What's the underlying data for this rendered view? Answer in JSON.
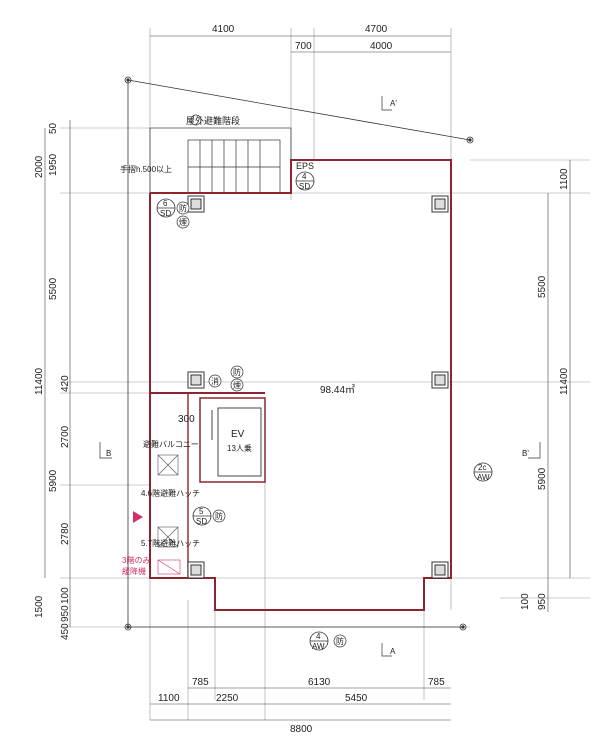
{
  "dimensions": {
    "top": [
      "4100",
      "4700",
      "700",
      "4000"
    ],
    "left": [
      "2000",
      "50",
      "1950",
      "5500",
      "11400",
      "420",
      "2700",
      "5900",
      "2780",
      "1500",
      "100",
      "950",
      "450"
    ],
    "right": [
      "1100",
      "5500",
      "11400",
      "5900",
      "100",
      "950"
    ],
    "bottom": [
      "785",
      "6130",
      "785",
      "1100",
      "2250",
      "5450",
      "8800"
    ]
  },
  "labels": {
    "stair": "屋外避難階段",
    "rail": "手摺h.500以上",
    "eps": "EPS",
    "area": "98.44㎡",
    "ev": "EV",
    "ev_capacity": "13人乗",
    "balcony": "避難バルコニー",
    "hatch_46": "4.6階避難ハッチ",
    "hatch_57": "5.7階避難ハッチ",
    "third_floor_only": "3階のみ",
    "descender": "緩降機",
    "dim_300": "300",
    "fire_damper": "防",
    "fire_damper2": "煙",
    "smoke": "消",
    "section_a": "A",
    "section_a_prime": "A'",
    "section_b": "B",
    "section_b_prime": "B'"
  },
  "doors": [
    {
      "num": "4",
      "type": "SD"
    },
    {
      "num": "6",
      "type": "SD"
    },
    {
      "num": "5",
      "type": "SD"
    },
    {
      "num": "2c",
      "type": "AW"
    },
    {
      "num": "4",
      "type": "AW"
    }
  ],
  "colors": {
    "wall": "#8b2530",
    "line": "#333333",
    "grid": "#999999",
    "accent": "#d0306a"
  }
}
